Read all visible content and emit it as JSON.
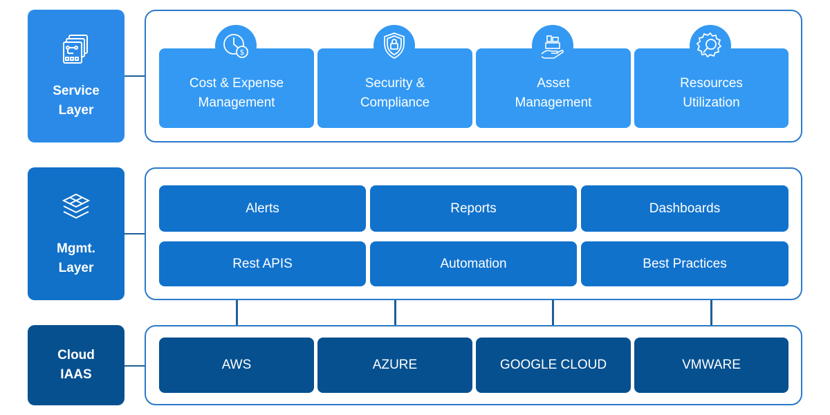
{
  "layers": {
    "service": {
      "label_line1": "Service",
      "label_line2": "Layer",
      "icon": "workflow-icon",
      "color": "#2b8ae8"
    },
    "mgmt": {
      "label_line1": "Mgmt.",
      "label_line2": "Layer",
      "icon": "stacked-layers-icon",
      "color": "#1170c8"
    },
    "cloud": {
      "label_line1": "Cloud",
      "label_line2": "IAAS",
      "color": "#07508f"
    }
  },
  "service_cards": [
    {
      "line1": "Cost & Expense",
      "line2": "Management",
      "icon": "clock-dollar-icon"
    },
    {
      "line1": "Security &",
      "line2": "Compliance",
      "icon": "shield-lock-icon"
    },
    {
      "line1": "Asset",
      "line2": "Management",
      "icon": "asset-hand-icon"
    },
    {
      "line1": "Resources",
      "line2": "Utilization",
      "icon": "gear-magnifier-icon"
    }
  ],
  "mgmt_cards": [
    {
      "label": "Alerts"
    },
    {
      "label": "Reports"
    },
    {
      "label": "Dashboards"
    },
    {
      "label": "Rest APIS"
    },
    {
      "label": "Automation"
    },
    {
      "label": "Best Practices"
    }
  ],
  "cloud_cards": [
    {
      "label": "AWS"
    },
    {
      "label": "AZURE"
    },
    {
      "label": "GOOGLE CLOUD"
    },
    {
      "label": "VMWARE"
    }
  ],
  "colors": {
    "service": "#3399f3",
    "mgmt": "#1172cc",
    "cloud": "#06508f",
    "frame": "#2a79c9"
  }
}
